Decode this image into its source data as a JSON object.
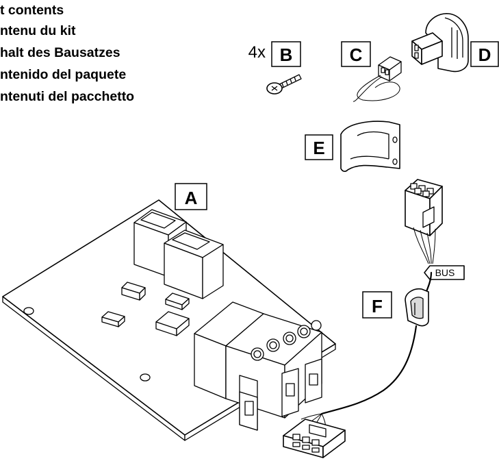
{
  "kit_contents": [
    {
      "lang": "en",
      "text": "t contents"
    },
    {
      "lang": "fr",
      "text": "ntenu du kit"
    },
    {
      "lang": "de",
      "text": "halt des Bausatzes"
    },
    {
      "lang": "es",
      "text": "ntenido del paquete"
    },
    {
      "lang": "it",
      "text": "ntenuti del pacchetto"
    }
  ],
  "parts": {
    "A": {
      "letter": "A"
    },
    "B": {
      "letter": "B",
      "quantity": "4x"
    },
    "C": {
      "letter": "C"
    },
    "D": {
      "letter": "D"
    },
    "E": {
      "letter": "E"
    },
    "F": {
      "letter": "F",
      "tag": "BUS"
    }
  }
}
